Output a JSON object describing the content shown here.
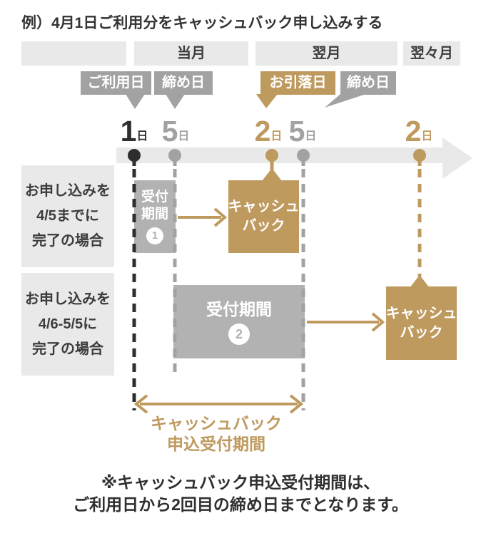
{
  "title": "例）4月1日ご利用分をキャッシュバック申し込みする",
  "colors": {
    "gold": "#bf9a5f",
    "badge_gray": "#a2a2a2",
    "panel_gray": "#b2b2b2",
    "light_gray": "#e9e9e9",
    "text_dark": "#333333",
    "dot_black": "#2e2e2e"
  },
  "month_header": {
    "current": "当月",
    "next": "翌月",
    "after_next": "翌々月"
  },
  "badges": {
    "usage_date": "ご利用日",
    "closing_date_1": "締め日",
    "withdrawal_date": "お引落日",
    "closing_date_2": "締め日"
  },
  "timeline": {
    "dates": [
      {
        "num": "1",
        "unit": "日"
      },
      {
        "num": "5",
        "unit": "日"
      },
      {
        "num": "2",
        "unit": "日"
      },
      {
        "num": "5",
        "unit": "日"
      },
      {
        "num": "2",
        "unit": "日"
      }
    ]
  },
  "case1": {
    "condition": {
      "line1": "お申し込みを",
      "line2": "4/5までに",
      "line3": "完了の場合"
    },
    "period": {
      "line1": "受付",
      "line2": "期間",
      "number": "1"
    },
    "result": {
      "line1": "キャッシュ",
      "line2": "バック"
    }
  },
  "case2": {
    "condition": {
      "line1": "お申し込みを",
      "line2": "4/6-5/5に",
      "line3": "完了の場合"
    },
    "period": {
      "label": "受付期間",
      "number": "2"
    },
    "result": {
      "line1": "キャッシュ",
      "line2": "バック"
    }
  },
  "bracket": {
    "line1": "キャッシュバック",
    "line2": "申込受付期間"
  },
  "footnote": {
    "line1": "※キャッシュバック申込受付期間は、",
    "line2": "ご利用日から2回目の締め日までとなります。"
  }
}
